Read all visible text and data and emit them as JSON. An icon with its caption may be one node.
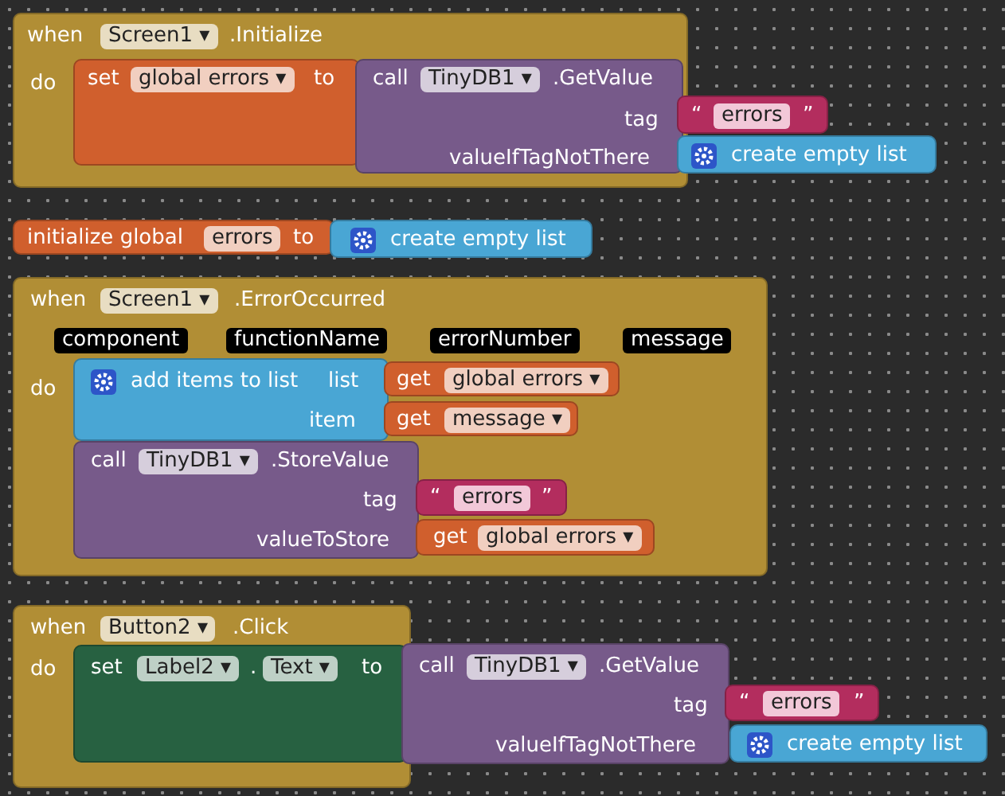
{
  "diagram": {
    "nodes": [
      {
        "text": [
          "when",
          "Screen1 ▾",
          ".Initialize",
          "do"
        ]
      },
      {
        "text": [
          "set",
          "global errors ▾",
          "to"
        ],
        "in": 0
      },
      {
        "text": [
          "call",
          "TinyDB1 ▾",
          ".GetValue",
          "tag",
          "valueIfTagNotThere"
        ],
        "in": 0
      },
      {
        "text": [
          "“",
          "errors",
          "”"
        ]
      },
      {
        "text": [
          "create empty list"
        ]
      },
      {
        "text": [
          "initialize global",
          "errors",
          "to"
        ]
      },
      {
        "text": [
          "create empty list"
        ]
      },
      {
        "text": [
          "when",
          "Screen1 ▾",
          ".ErrorOccurred",
          "component",
          "functionName",
          "errorNumber",
          "message",
          "do"
        ]
      },
      {
        "text": [
          "add items to list",
          "list",
          "item"
        ],
        "in": 7
      },
      {
        "text": [
          "get",
          "global errors ▾"
        ],
        "in": 7
      },
      {
        "text": [
          "get",
          "message ▾"
        ],
        "in": 7
      },
      {
        "text": [
          "call",
          "TinyDB1 ▾",
          ".StoreValue",
          "tag",
          "valueToStore"
        ],
        "in": 7
      },
      {
        "text": [
          "“",
          "errors",
          "”"
        ],
        "in": 7
      },
      {
        "text": [
          "get",
          "global errors ▾"
        ],
        "in": 7
      },
      {
        "text": [
          "when",
          "Button2 ▾",
          ".Click",
          "do"
        ]
      },
      {
        "text": [
          "set",
          "Label2 ▾",
          ".",
          "Text ▾",
          "to"
        ],
        "in": 14
      },
      {
        "text": [
          "call",
          "TinyDB1 ▾",
          ".GetValue",
          "tag",
          "valueIfTagNotThere"
        ]
      },
      {
        "text": [
          "“",
          "errors",
          "”"
        ]
      },
      {
        "text": [
          "create empty list"
        ]
      }
    ]
  }
}
